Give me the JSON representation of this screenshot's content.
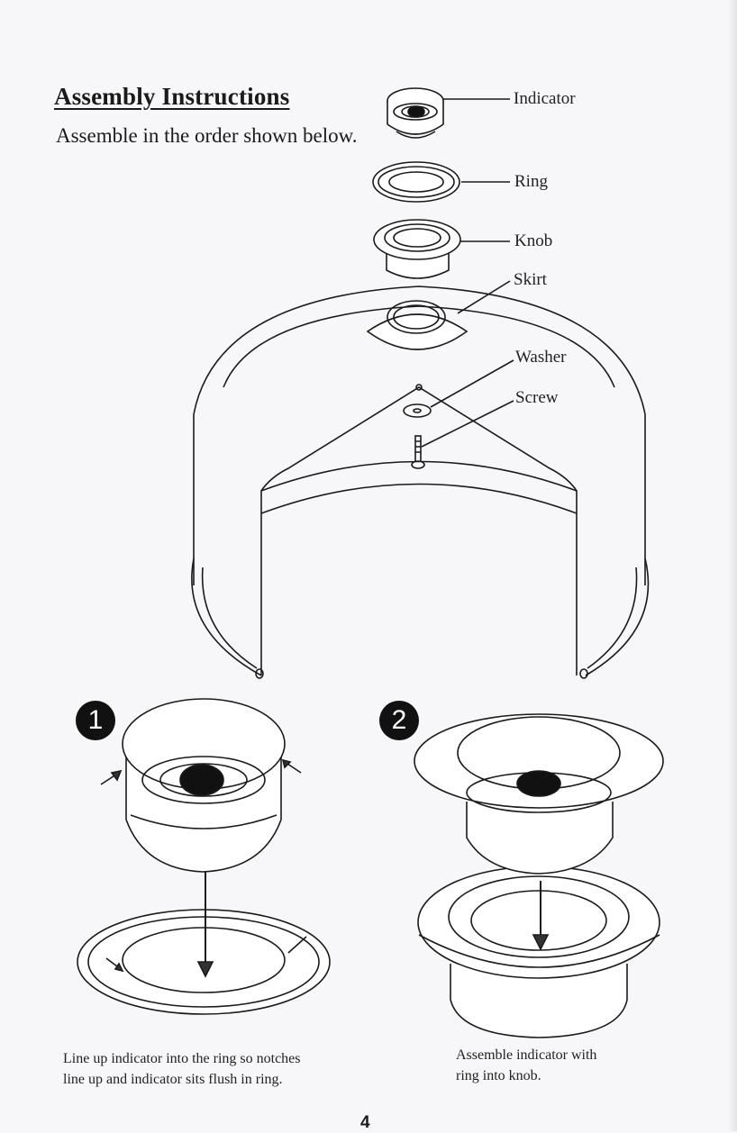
{
  "heading": {
    "title": "Assembly Instructions",
    "subtitle": "Assemble in the order shown below."
  },
  "parts": [
    {
      "label": "Indicator"
    },
    {
      "label": "Ring"
    },
    {
      "label": "Knob"
    },
    {
      "label": "Skirt"
    },
    {
      "label": "Washer"
    },
    {
      "label": "Screw"
    }
  ],
  "steps": [
    {
      "number": "1",
      "caption_line1": "Line up indicator into the ring so notches",
      "caption_line2": "line up and indicator sits flush in ring."
    },
    {
      "number": "2",
      "caption_line1": "Assemble indicator with",
      "caption_line2": "ring into knob."
    }
  ],
  "page_number": "4"
}
